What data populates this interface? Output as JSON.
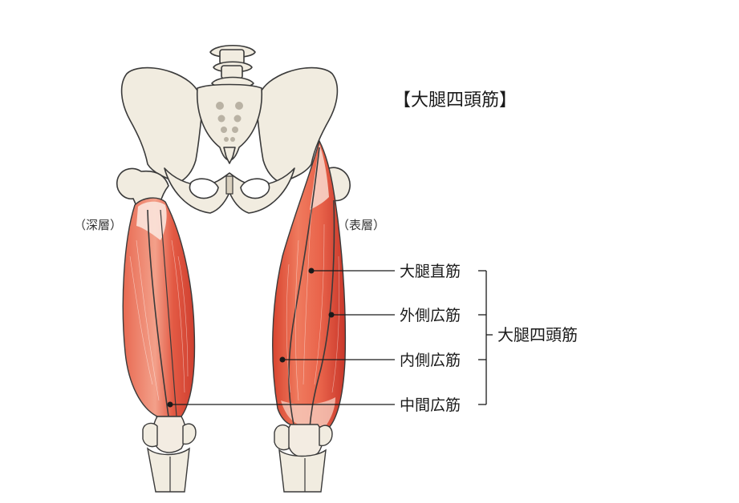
{
  "title": "【大腿四頭筋】",
  "layers": {
    "deep": "（深層）",
    "superficial": "（表層）"
  },
  "muscles": [
    {
      "name": "大腿直筋"
    },
    {
      "name": "外側広筋"
    },
    {
      "name": "内側広筋"
    },
    {
      "name": "中間広筋"
    }
  ],
  "group_label": "大腿四頭筋",
  "colors": {
    "bone_fill": "#f1ece0",
    "bone_stroke": "#3a3a3a",
    "bone_shadow": "#d8cfbd",
    "sacral_hole": "#b9b2a4",
    "muscle_light": "#f7c1b0",
    "muscle_main": "#e8654f",
    "muscle_dark": "#c9372a",
    "tendon": "#f3ece2",
    "leader": "#1a1a1a",
    "text": "#1a1a1a"
  }
}
